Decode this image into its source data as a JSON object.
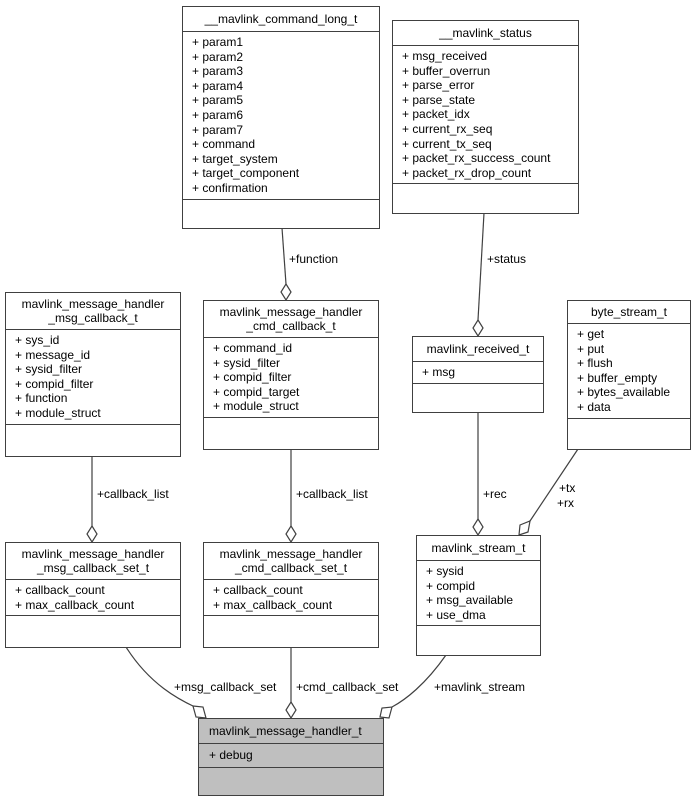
{
  "classes": {
    "command_long": {
      "name": "__mavlink_command_long_t",
      "attributes": [
        "+ param1",
        "+ param2",
        "+ param3",
        "+ param4",
        "+ param5",
        "+ param6",
        "+ param7",
        "+ command",
        "+ target_system",
        "+ target_component",
        "+ confirmation"
      ]
    },
    "status": {
      "name": "__mavlink_status",
      "attributes": [
        "+ msg_received",
        "+ buffer_overrun",
        "+ parse_error",
        "+ parse_state",
        "+ packet_idx",
        "+ current_rx_seq",
        "+ current_tx_seq",
        "+ packet_rx_success_count",
        "+ packet_rx_drop_count"
      ]
    },
    "msg_callback": {
      "name_line1": "mavlink_message_handler",
      "name_line2": "_msg_callback_t",
      "attributes": [
        "+ sys_id",
        "+ message_id",
        "+ sysid_filter",
        "+ compid_filter",
        "+ function",
        "+ module_struct"
      ]
    },
    "cmd_callback": {
      "name_line1": "mavlink_message_handler",
      "name_line2": "_cmd_callback_t",
      "attributes": [
        "+ command_id",
        "+ sysid_filter",
        "+ compid_filter",
        "+ compid_target",
        "+ module_struct"
      ]
    },
    "received": {
      "name": "mavlink_received_t",
      "attributes": [
        "+ msg"
      ]
    },
    "byte_stream": {
      "name": "byte_stream_t",
      "attributes": [
        "+ get",
        "+ put",
        "+ flush",
        "+ buffer_empty",
        "+ bytes_available",
        "+ data"
      ]
    },
    "msg_callback_set": {
      "name_line1": "mavlink_message_handler",
      "name_line2": "_msg_callback_set_t",
      "attributes": [
        "+ callback_count",
        "+ max_callback_count"
      ]
    },
    "cmd_callback_set": {
      "name_line1": "mavlink_message_handler",
      "name_line2": "_cmd_callback_set_t",
      "attributes": [
        "+ callback_count",
        "+ max_callback_count"
      ]
    },
    "stream": {
      "name": "mavlink_stream_t",
      "attributes": [
        "+ sysid",
        "+ compid",
        "+ msg_available",
        "+ use_dma"
      ]
    },
    "handler": {
      "name": "mavlink_message_handler_t",
      "attributes": [
        "+ debug"
      ]
    }
  },
  "edges": {
    "function": "+function",
    "status": "+status",
    "callback_list_msg": "+callback_list",
    "callback_list_cmd": "+callback_list",
    "rec": "+rec",
    "tx": "+tx",
    "rx": "+rx",
    "msg_callback_set": "+msg_callback_set",
    "cmd_callback_set": "+cmd_callback_set",
    "mavlink_stream": "+mavlink_stream"
  },
  "colors": {
    "border": "#404040",
    "main_fill": "#bfbfbf",
    "edge": "#404040"
  }
}
